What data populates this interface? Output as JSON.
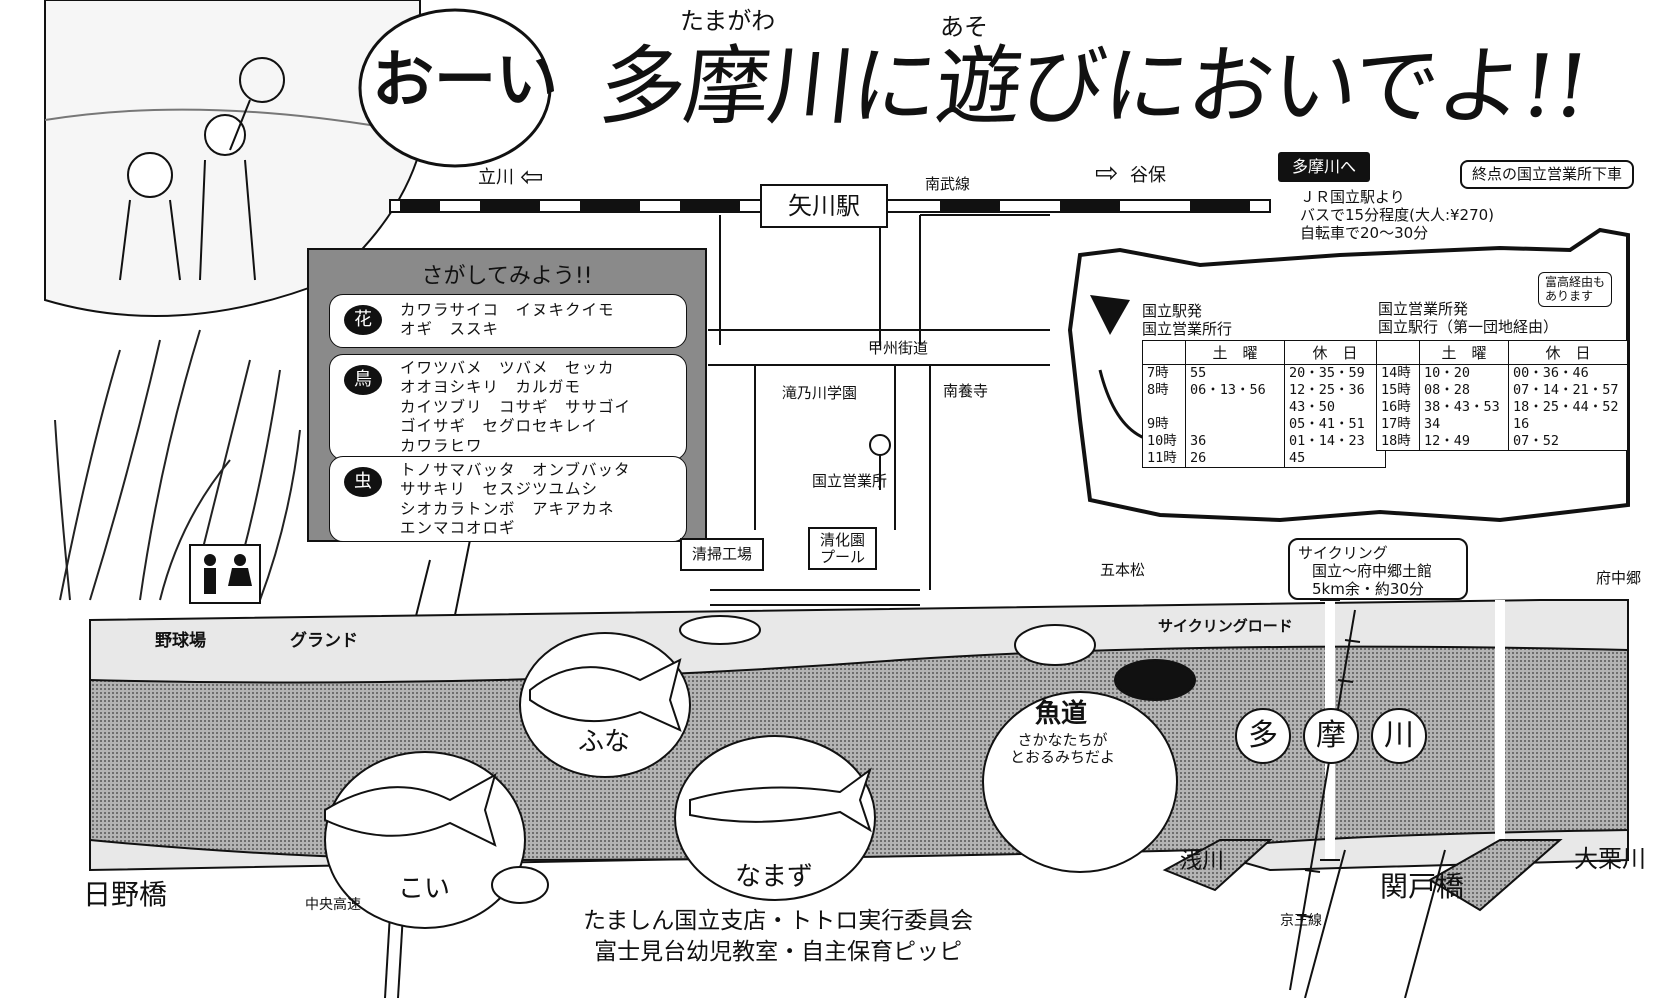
{
  "title": {
    "banner": "おーい",
    "main": "多摩川に遊びにおいでよ!!",
    "ruby_tamagawa": "たまがわ",
    "ruby_aso": "あそ"
  },
  "train": {
    "left_dir": "立川",
    "right_dir": "谷保",
    "line": "南武線",
    "station": "矢川駅"
  },
  "bus": {
    "to_tamagawa": "多摩川へ",
    "terminal": "終点の国立営業所下車",
    "jr_lines": [
      "ＪＲ国立駅より",
      "バスで15分程度(大人:¥270)",
      "自転車で20～30分"
    ],
    "via_lines": [
      "富高経由も",
      "あります"
    ]
  },
  "search": {
    "title": "さがしてみよう!!",
    "categories": [
      {
        "badge": "花",
        "lines": [
          "カワラサイコ　イヌキクイモ",
          "オギ　ススキ"
        ]
      },
      {
        "badge": "鳥",
        "lines": [
          "イワツバメ　ツバメ　セッカ",
          "オオヨシキリ　カルガモ",
          "カイツブリ　コサギ　ササゴイ",
          "ゴイサギ　セグロセキレイ",
          "カワラヒワ"
        ]
      },
      {
        "badge": "虫",
        "lines": [
          "トノサマバッタ　オンブバッタ",
          "ササキリ　セスジツユムシ",
          "シオカラトンボ　アキアカネ",
          "エンマコオロギ"
        ]
      }
    ]
  },
  "timetable": {
    "from_station": [
      "国立駅発",
      "国立営業所行"
    ],
    "from_depot": [
      "国立営業所発",
      "国立駅行（第一団地経由）"
    ],
    "col_sat": "土　曜",
    "col_hol": "休　日",
    "left": {
      "hours": "7時\n8時\n\n9時\n10時\n11時",
      "sat": "55\n06・13・56\n\n\n36\n26",
      "hol": "20・35・59\n12・25・36\n43・50\n05・41・51\n01・14・23\n45"
    },
    "right": {
      "hours": "14時\n15時\n16時\n17時\n18時",
      "sat": "10・20\n08・28\n38・43・53\n34\n12・49",
      "hol": "00・36・46\n07・14・21・57\n18・25・44・52\n16\n07・52"
    }
  },
  "roads": {
    "koshu": "甲州街道",
    "chuo": "中央高速",
    "keio": "京王線"
  },
  "places": {
    "takinogawa": "滝乃川学園",
    "nanyoji": "南養寺",
    "depot": "国立営業所",
    "cleaning": "清掃工場",
    "pool_lines": [
      "清化園",
      "プール"
    ],
    "gohonmatsu": "五本松",
    "cycling_road": "サイクリングロード",
    "baseball": "野球場",
    "ground": "グランド",
    "fuchu": "府中郷",
    "hino": "日野橋",
    "asakawa": "浅川",
    "sekido": "関戸橋",
    "ookuri": "大栗川"
  },
  "cycling": {
    "lines": [
      "サイクリング",
      "国立～府中郷土館",
      "5km余・約30分"
    ]
  },
  "fish": {
    "funa": "ふな",
    "koi": "こい",
    "namazu": "なまず",
    "uomichi": "魚道",
    "uomichi_note": [
      "さかなたちが",
      "とおるみちだよ"
    ]
  },
  "river": {
    "chars": [
      "多",
      "摩",
      "川"
    ]
  },
  "sponsors": {
    "line1": "たましん国立支店・トトロ実行委員会",
    "line2": "富士見台幼児教室・自主保育ピッピ"
  },
  "colors": {
    "ink": "#111111",
    "water": "#9a9a9a",
    "panel": "#8a8a8a",
    "paper": "#ffffff"
  }
}
